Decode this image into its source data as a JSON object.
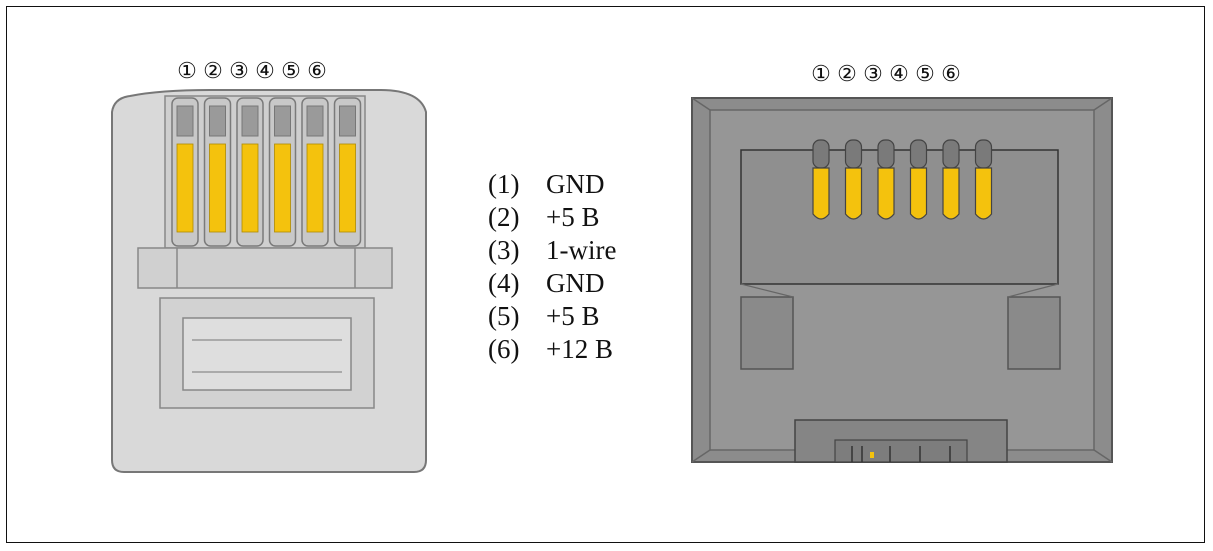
{
  "plug": {
    "pin_numbers": [
      "①",
      "②",
      "③",
      "④",
      "⑤",
      "⑥"
    ]
  },
  "socket": {
    "pin_numbers": [
      "①",
      "②",
      "③",
      "④",
      "⑤",
      "⑥"
    ]
  },
  "legend": [
    {
      "num": "(1)",
      "signal": "GND"
    },
    {
      "num": "(2)",
      "signal": "+5 B"
    },
    {
      "num": "(3)",
      "signal": "1-wire"
    },
    {
      "num": "(4)",
      "signal": "GND"
    },
    {
      "num": "(5)",
      "signal": "+5 B"
    },
    {
      "num": "(6)",
      "signal": "+12 B"
    }
  ],
  "colors": {
    "contact": "#f4c20d",
    "plug_body": "#d8d8d8",
    "socket_body": "#8e8e8e"
  }
}
